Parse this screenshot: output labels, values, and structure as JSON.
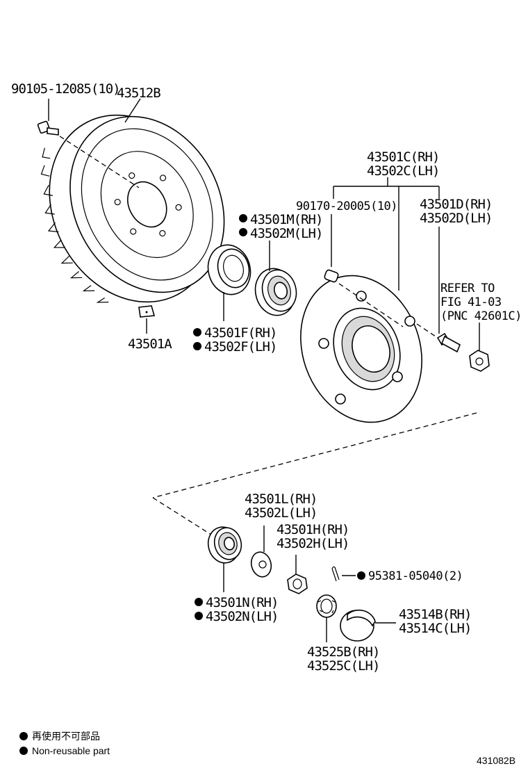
{
  "labels": {
    "bolt": "90105-12085(10)",
    "drum": "43512B",
    "hub_rh": "43501C(RH)",
    "hub_lh": "43502C(LH)",
    "stud_rh": "43501D(RH)",
    "stud_lh": "43502D(LH)",
    "plug": "90170-20005(10)",
    "outer_bearing_rh": "43501M(RH)",
    "outer_bearing_lh": "43502M(LH)",
    "seal_rh": "43501F(RH)",
    "seal_lh": "43502F(LH)",
    "clip": "43501A",
    "refer_1": "REFER TO",
    "refer_2": "FIG 41-03",
    "refer_3": "(PNC 42601C)",
    "washer_rh": "43501L(RH)",
    "washer_lh": "43502L(LH)",
    "nut_rh": "43501H(RH)",
    "nut_lh": "43502H(LH)",
    "cotter": "95381-05040(2)",
    "inner_bearing_rh": "43501N(RH)",
    "inner_bearing_lh": "43502N(LH)",
    "cap_rh": "43514B(RH)",
    "cap_lh": "43514C(LH)",
    "lock_rh": "43525B(RH)",
    "lock_lh": "43525C(LH)"
  },
  "legend": {
    "line_ja": "再使用不可部品",
    "line_en": "Non-reusable part"
  },
  "figure_id": "431082B"
}
